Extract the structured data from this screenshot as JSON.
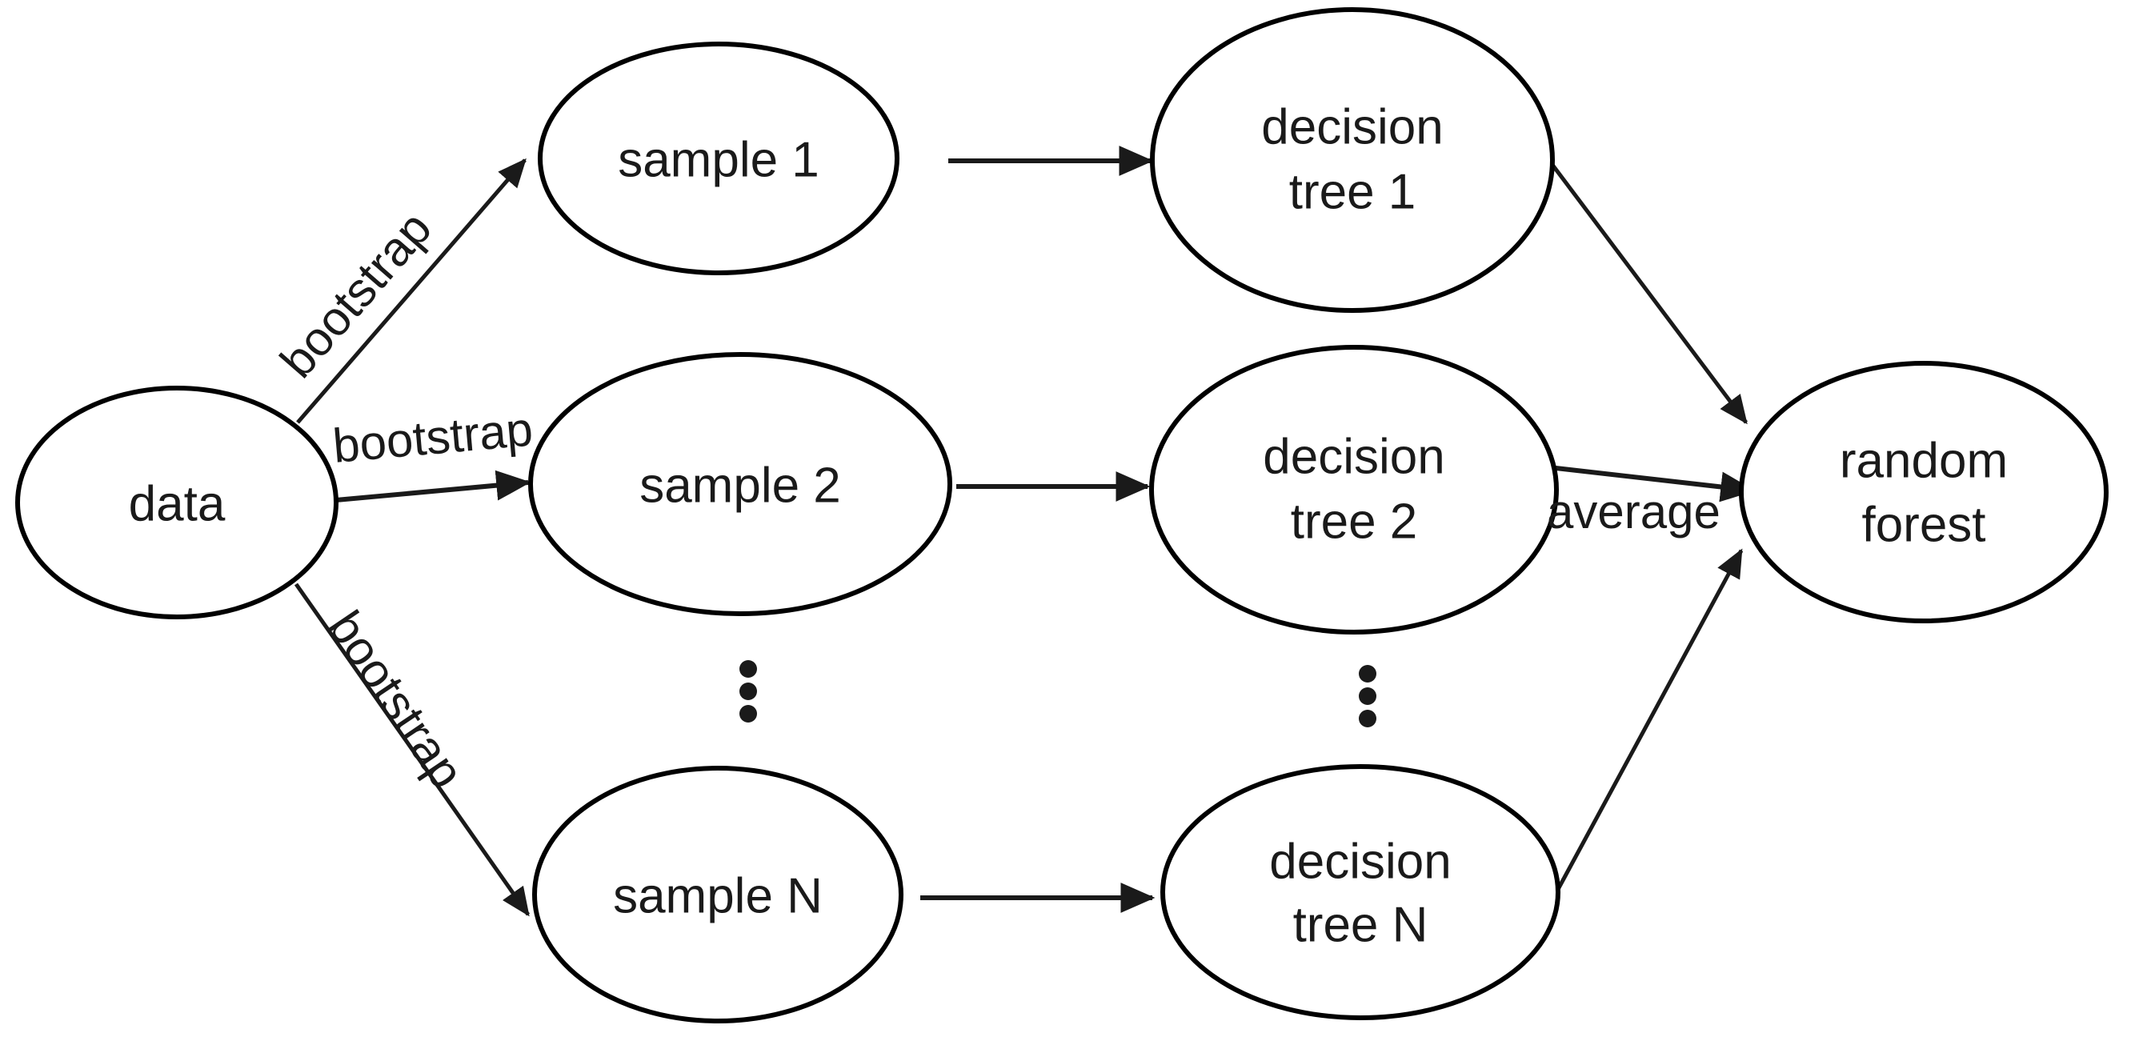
{
  "diagram": {
    "title": "random forest bootstrap aggregation diagram",
    "background_color": "#ffffff",
    "stroke_color": "#1a1a1a",
    "nodes": [
      {
        "id": "data",
        "label": "data",
        "shape": "ellipse"
      },
      {
        "id": "sample-1",
        "label": "sample 1",
        "shape": "ellipse"
      },
      {
        "id": "sample-2",
        "label": "sample 2",
        "shape": "ellipse"
      },
      {
        "id": "sample-n",
        "label": "sample N",
        "shape": "ellipse"
      },
      {
        "id": "decision-tree-1",
        "label_line1": "decision",
        "label_line2": "tree 1",
        "shape": "ellipse"
      },
      {
        "id": "decision-tree-2",
        "label_line1": "decision",
        "label_line2": "tree 2",
        "shape": "ellipse"
      },
      {
        "id": "decision-tree-n",
        "label_line1": "decision",
        "label_line2": "tree N",
        "shape": "ellipse"
      },
      {
        "id": "random-forest",
        "label_line1": "random",
        "label_line2": "forest",
        "shape": "ellipse"
      }
    ],
    "edge_labels": {
      "bootstrap_top": "bootstrap",
      "bootstrap_middle": "bootstrap",
      "bootstrap_bottom": "bootstrap",
      "average": "average"
    },
    "ellipsis": {
      "samples_column": "⋮",
      "trees_column": "⋮"
    }
  }
}
